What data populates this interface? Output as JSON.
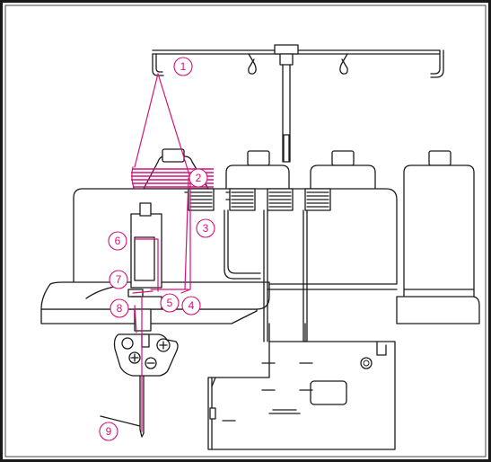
{
  "figure": {
    "kind": "serger-needle-threading-diagram",
    "thread_color": "#d4127a",
    "line_color": "#1a1a1a",
    "background": "#ffffff"
  },
  "callouts": [
    {
      "label": "1"
    },
    {
      "label": "2"
    },
    {
      "label": "3"
    },
    {
      "label": "4"
    },
    {
      "label": "5"
    },
    {
      "label": "6"
    },
    {
      "label": "7"
    },
    {
      "label": "8"
    },
    {
      "label": "9"
    }
  ]
}
